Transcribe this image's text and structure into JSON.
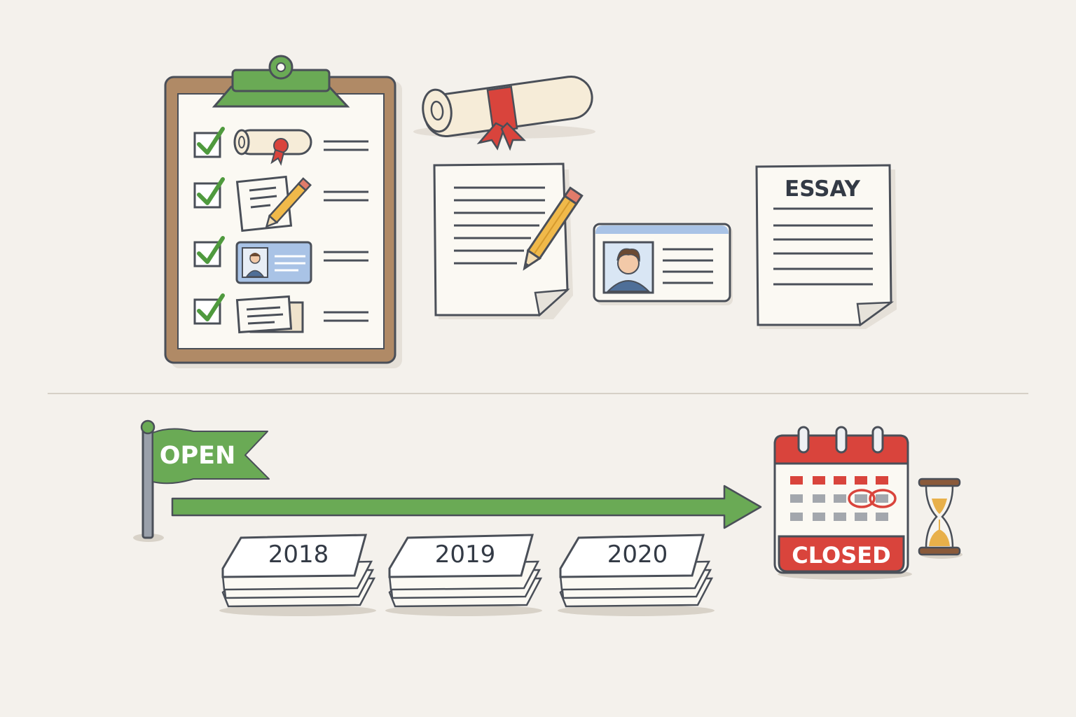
{
  "labels": {
    "essay_title": "ESSAY",
    "open_flag": "OPEN",
    "closed_label": "CLOSED"
  },
  "years": [
    "2018",
    "2019",
    "2020"
  ],
  "checklist": {
    "items": [
      {
        "icon": "diploma-icon",
        "checked": true
      },
      {
        "icon": "form-with-pencil-icon",
        "checked": true
      },
      {
        "icon": "id-card-icon",
        "checked": true
      },
      {
        "icon": "documents-icon",
        "checked": true
      }
    ]
  },
  "colors": {
    "background": "#f4f1ec",
    "green": "#6aaa55",
    "red": "#d9443c",
    "outline": "#4a4f58",
    "clipboard_brown": "#b08a66",
    "id_blue": "#a9c3e6"
  }
}
